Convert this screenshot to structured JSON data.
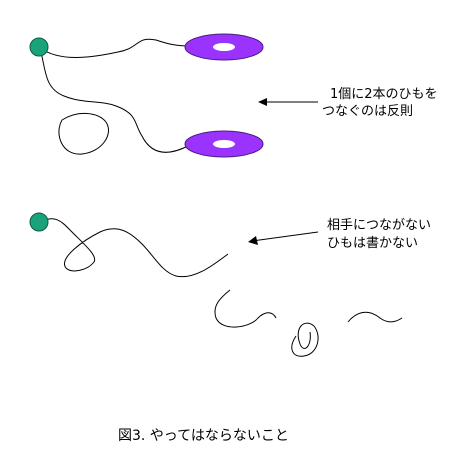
{
  "colors": {
    "node": "#1aa37a",
    "connector": "#9b33ff",
    "line": "#000000"
  },
  "annotation_top": {
    "line1": "1個に2本のひもを",
    "line2": "つなぐのは反則"
  },
  "annotation_bottom": {
    "line1": "相手につながない",
    "line2": "ひもは書かない"
  },
  "caption": "図3. やってはならないこと"
}
